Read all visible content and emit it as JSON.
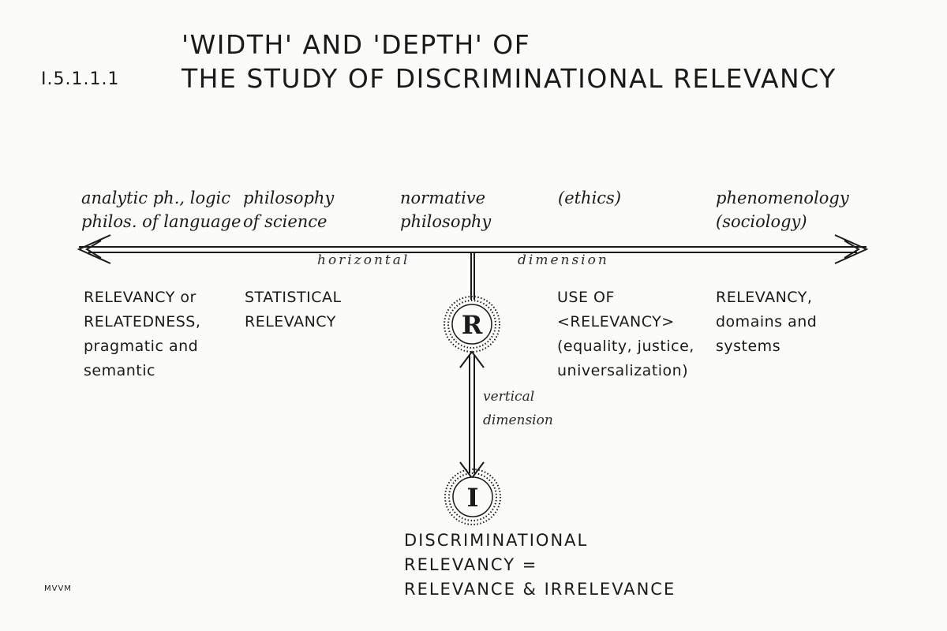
{
  "header": {
    "section_number": "I.5.1.1.1",
    "title_line1": "'WIDTH' AND 'DEPTH' OF",
    "title_line2": "THE STUDY OF DISCRIMINATIONAL RELEVANCY"
  },
  "axes": {
    "horizontal_label": "horizontal",
    "dimension_label": "dimension",
    "vertical_label": "vertical\ndimension"
  },
  "columns": [
    {
      "discipline": "analytic ph., logic\nphilos. of language",
      "relevancy": "RELEVANCY or\nRELATEDNESS,\npragmatic and\nsemantic"
    },
    {
      "discipline": "philosophy\nof science",
      "relevancy": "STATISTICAL\nRELEVANCY"
    },
    {
      "discipline": "normative\nphilosophy",
      "relevancy": ""
    },
    {
      "discipline": "(ethics)",
      "relevancy": "USE OF\n<RELEVANCY>\n(equality, justice,\nuniversalization)"
    },
    {
      "discipline": "phenomenology\n(sociology)",
      "relevancy": "RELEVANCY,\ndomains and\nsystems"
    }
  ],
  "nodes": {
    "upper": "R",
    "lower": "I"
  },
  "footer": {
    "definition": "DISCRIMINATIONAL\nRELEVANCY =\nRELEVANCE & IRRELEVANCE",
    "signature": "MVVM"
  }
}
